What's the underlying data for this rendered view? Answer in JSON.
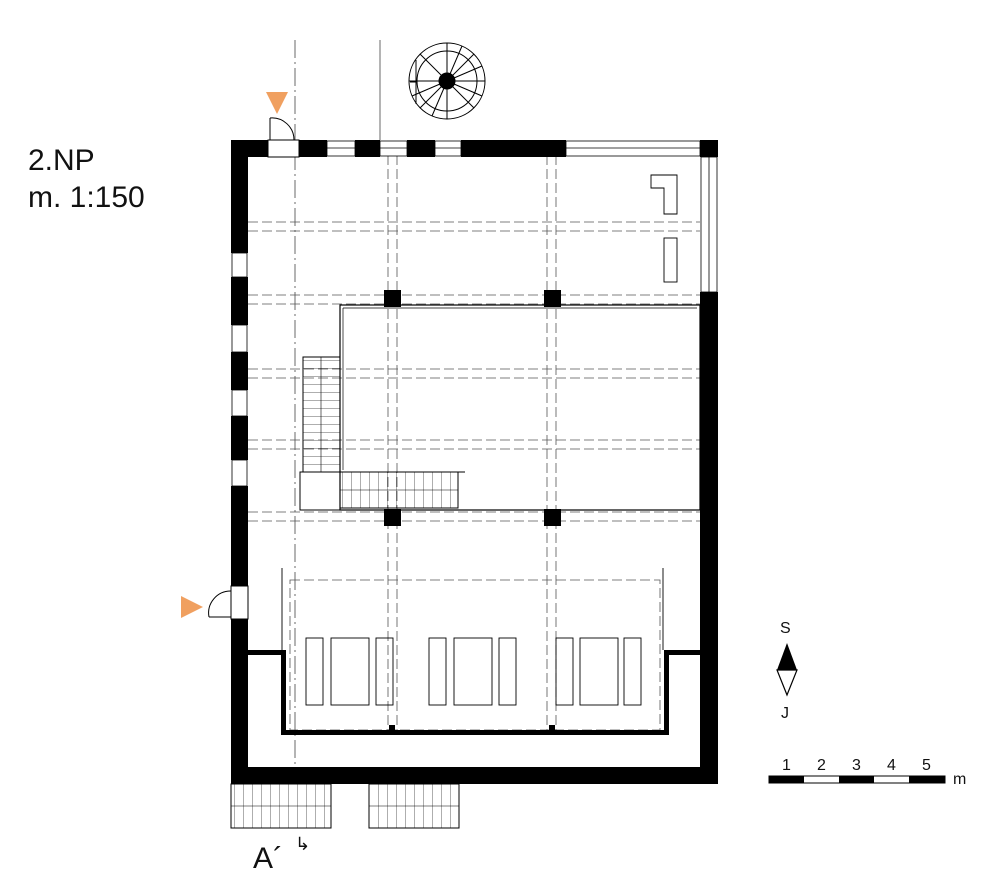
{
  "title": {
    "floor": "2.NP",
    "scale": "m. 1:150"
  },
  "section_label": {
    "text": "A´",
    "arrow": "↳"
  },
  "north_arrow": {
    "top": "S",
    "bottom": "J"
  },
  "scale_bar": {
    "ticks": [
      "1",
      "2",
      "3",
      "4",
      "5"
    ],
    "unit": "m"
  },
  "colors": {
    "wall": "#000000",
    "entrance_marker": "#f0a060",
    "line": "#333333"
  }
}
